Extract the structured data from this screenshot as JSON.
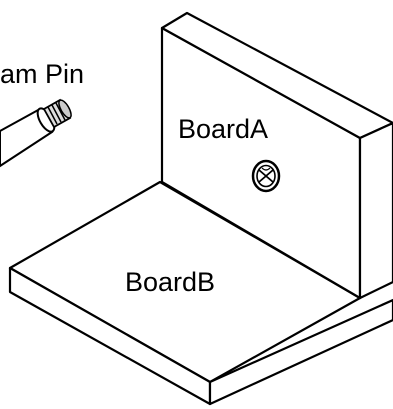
{
  "labels": {
    "cam_pin": "am Pin",
    "board_a": "BoardA",
    "board_b": "BoardB"
  },
  "colors": {
    "line": "#000000",
    "fill": "#ffffff",
    "pin_shade": "#bdbdbd"
  }
}
